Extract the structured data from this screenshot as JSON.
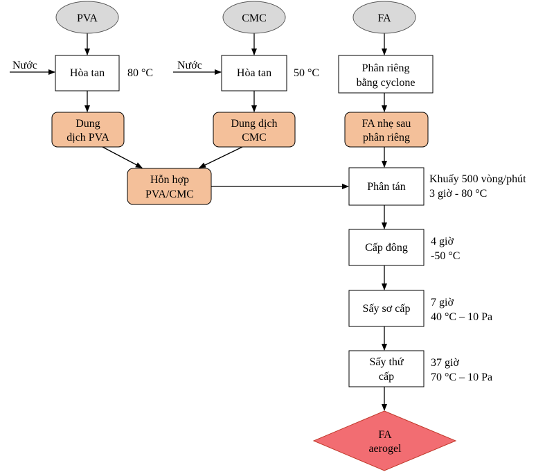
{
  "colors": {
    "source_fill": "#d9d9d9",
    "intermediate_fill": "#f4c09a",
    "end_fill": "#f26d72",
    "end_text": "#ffffff",
    "box_fill": "#ffffff",
    "line": "#000000"
  },
  "sources": {
    "pva": "PVA",
    "cmc": "CMC",
    "fa": "FA"
  },
  "inputs": {
    "water_1": "Nước",
    "water_2": "Nước"
  },
  "steps": {
    "dissolve_pva": "Hòa tan",
    "dissolve_cmc": "Hòa tan",
    "separate": [
      "Phân riêng",
      "bằng cyclone"
    ],
    "disperse": "Phân tán",
    "freeze": "Cấp đông",
    "primary_dry": "Sấy sơ cấp",
    "secondary_dry": [
      "Sấy thứ",
      "cấp"
    ]
  },
  "intermediates": {
    "pva_solution": [
      "Dung",
      "dịch PVA"
    ],
    "cmc_solution": [
      "Dung dịch",
      "CMC"
    ],
    "fa_light": [
      "FA nhẹ sau",
      "phân riêng"
    ],
    "mixture": [
      "Hỗn hợp",
      "PVA/CMC"
    ]
  },
  "conditions": {
    "dissolve_pva": "80 °C",
    "dissolve_cmc": "50 °C",
    "disperse": [
      "Khuấy 500 vòng/phút",
      "3 giờ - 80 °C"
    ],
    "freeze": [
      "4 giờ",
      "-50 °C"
    ],
    "primary_dry": [
      "7 giờ",
      "40 °C – 10 Pa"
    ],
    "secondary_dry": [
      "37 giờ",
      "70 °C – 10 Pa"
    ]
  },
  "product": [
    "FA",
    "aerogel"
  ]
}
